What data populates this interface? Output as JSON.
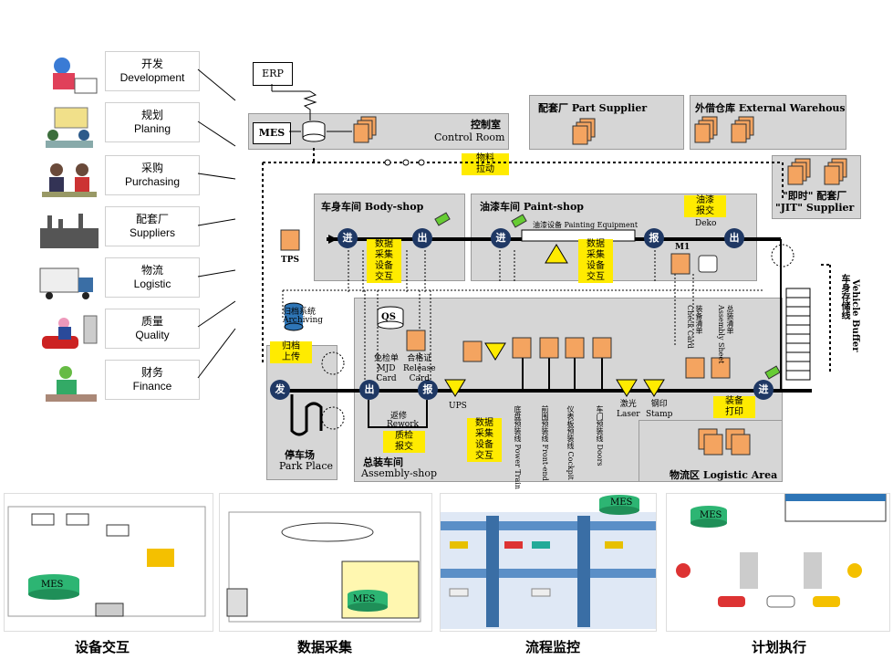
{
  "functions": [
    {
      "cn": "开发",
      "en": "Development",
      "icon": "developer-person-icon"
    },
    {
      "cn": "规划",
      "en": "Planing",
      "icon": "planning-meeting-icon"
    },
    {
      "cn": "采购",
      "en": "Purchasing",
      "icon": "purchasing-handshake-icon"
    },
    {
      "cn": "配套厂",
      "en": "Suppliers",
      "icon": "supplier-factory-icon"
    },
    {
      "cn": "物流",
      "en": "Logistic",
      "icon": "logistic-truck-icon"
    },
    {
      "cn": "质量",
      "en": "Quality",
      "icon": "quality-inspector-icon"
    },
    {
      "cn": "财务",
      "en": "Finance",
      "icon": "finance-accountant-icon"
    }
  ],
  "top": {
    "erp": "ERP",
    "mes": "MES",
    "control_room_cn": "控制室",
    "control_room_en": "Control Room",
    "part_supplier": "配套厂 Part Supplier",
    "external_warehouse": "外借仓库 External Warehous",
    "material_pull": "物料\n拉动",
    "jit_supplier": "\"即时\" 配套厂\n\"JIT\" Supplier"
  },
  "body_shop": {
    "title": "车身车间 Body-shop",
    "tps": "TPS",
    "in": "进",
    "out": "出",
    "data_label": "数据\n采集\n设备\n交互"
  },
  "paint_shop": {
    "title": "油漆车间 Paint-shop",
    "equipment": "油漆设备 Painting Equipment",
    "in": "进",
    "report": "报",
    "out": "出",
    "data_label": "数据\n采集\n设备\n交互",
    "deko_label": "油漆\n报交",
    "deko": "Deko",
    "m1": "M1"
  },
  "buffer": {
    "cn": "车身存储线",
    "en": "Vehicle Buffer"
  },
  "assembly": {
    "archiving_cn": "归档系统",
    "archiving_en": "Archiving",
    "archive_upload": "归档\n上传",
    "qs": "QS",
    "exempt_card": "免检单\nMJD\nCard",
    "release_card": "合格证\nRelease\nCard",
    "out": "出",
    "report": "报",
    "in": "进",
    "send": "发",
    "rework_cn": "返修",
    "rework_en": "Rework",
    "quality_report": "质检\n报交",
    "ups": "UPS",
    "data_label": "数据\n采集\n设备\n交互",
    "laser": "激光\nLaser",
    "stamp": "钢印\nStamp",
    "assembly_print": "装备\n打印",
    "check_card": "装备清单\nCheck Card",
    "assembly_sheet": "总装清单\nAssembly Sheet",
    "title_cn": "总装车间",
    "title_en": "Assembly-shop",
    "logistic_area": "物流区 Logistic Area",
    "stations": [
      "底盘预装线 Power Train",
      "前围预装线 Front-end",
      "仪表板预装线 Cockpit",
      "车门预装线 Doors"
    ]
  },
  "park": {
    "cn": "停车场",
    "en": "Park Place"
  },
  "bottom": [
    {
      "label": "设备交互",
      "mes": "MES"
    },
    {
      "label": "数据采集",
      "mes": "MES"
    },
    {
      "label": "流程监控",
      "mes": "MES"
    },
    {
      "label": "计划执行",
      "mes": "MES"
    }
  ],
  "colors": {
    "gray": "#d6d6d6",
    "orange": "#f4a460",
    "yellow": "#ffeb00",
    "navy": "#1f3864",
    "green": "#66cc33"
  }
}
